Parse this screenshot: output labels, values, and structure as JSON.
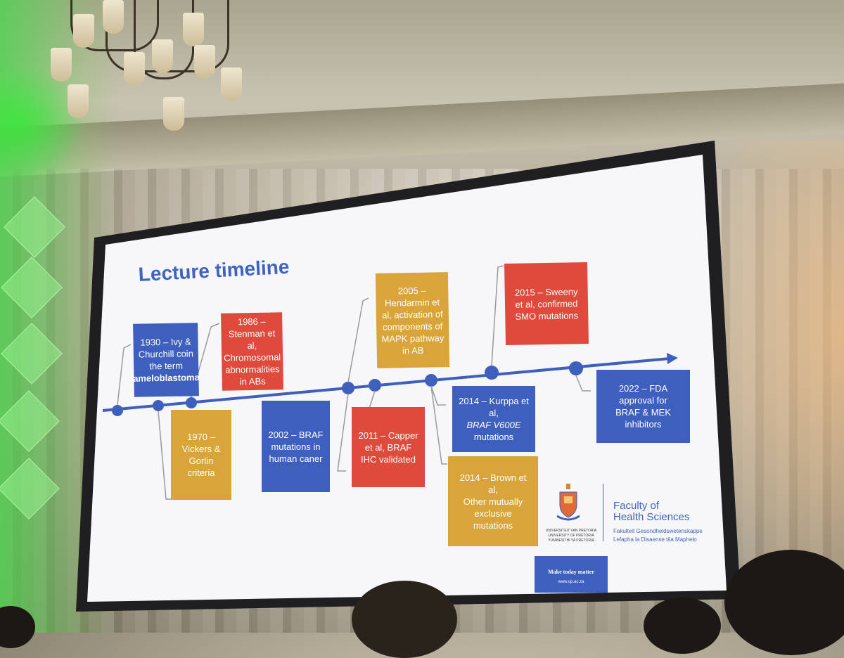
{
  "slide": {
    "title": "Lecture timeline",
    "events": [
      {
        "id": "e1930",
        "lines": [
          "1930 – Ivy &",
          "Churchill coin",
          "the term",
          "ameloblastoma"
        ]
      },
      {
        "id": "e1970",
        "lines": [
          "1970 –",
          "Vickers &",
          "Gorlin",
          "criteria"
        ]
      },
      {
        "id": "e1986",
        "lines": [
          "1986 –",
          "Stenman et al,",
          "Chromosomal",
          "abnormalities",
          "in ABs"
        ]
      },
      {
        "id": "e2002",
        "lines": [
          "2002 – BRAF",
          "mutations in",
          "human caner"
        ]
      },
      {
        "id": "e2005",
        "lines": [
          "2005 –",
          "Hendarmin et",
          "al, activation of",
          "components of",
          "MAPK pathway",
          "in AB"
        ]
      },
      {
        "id": "e2011",
        "lines": [
          "2011 – Capper",
          "et al, BRAF",
          "IHC validated"
        ]
      },
      {
        "id": "e2014a",
        "lines": [
          "2014 – Kurppa et",
          "al,",
          "BRAF V600E",
          "mutations"
        ]
      },
      {
        "id": "e2014b",
        "lines": [
          "2014 – Brown et",
          "al,",
          "Other mutually",
          "exclusive",
          "mutations"
        ]
      },
      {
        "id": "e2015",
        "lines": [
          "2015 – Sweeny",
          "et al, confirmed",
          "SMO mutations"
        ]
      },
      {
        "id": "e2022",
        "lines": [
          "2022 – FDA",
          "approval for",
          "BRAF & MEK",
          "inhibitors"
        ]
      }
    ]
  },
  "branding": {
    "university_lines": [
      "UNIVERSITEIT VAN PRETORIA",
      "UNIVERSITY OF PRETORIA",
      "YUNIBESITHI YA PRETORIA"
    ],
    "faculty_line1": "Faculty of",
    "faculty_line2": "Health Sciences",
    "faculty_sub1": "Fakulteit Gesondheidswetenskappe",
    "faculty_sub2": "Lefapha la Disaense tša Maphelo",
    "tagline": "Make today matter",
    "url": "www.up.ac.za"
  },
  "colors": {
    "blue": "#3e5fbe",
    "red": "#e04a3d",
    "gold": "#d9a53a",
    "title": "#3f63bf"
  }
}
